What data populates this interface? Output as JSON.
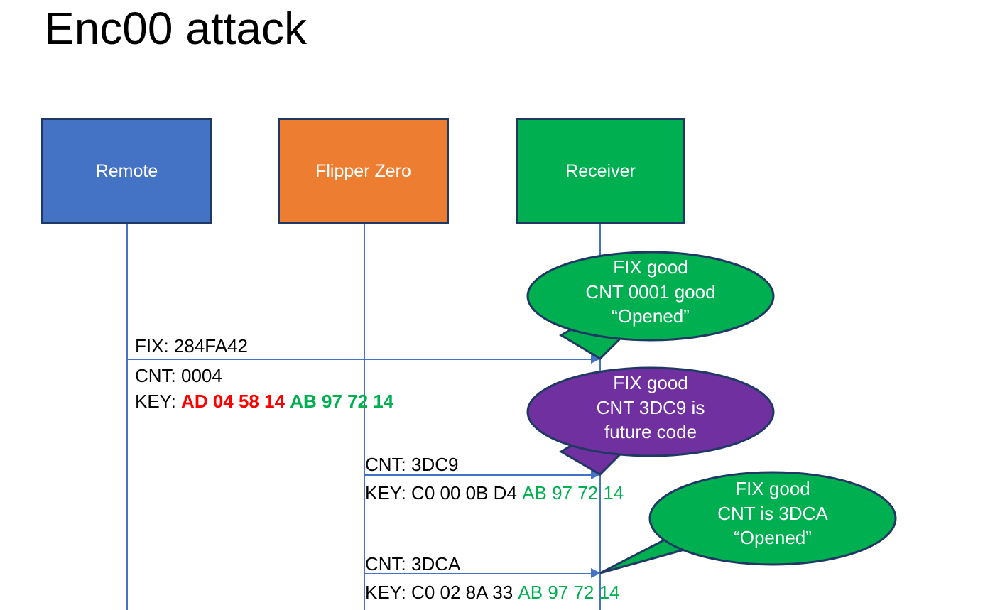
{
  "slide": {
    "title": "Enc00 attack",
    "background": "#ffffff"
  },
  "colors": {
    "remote_fill": "#4472C4",
    "flipper_fill": "#ED7D31",
    "receiver_fill": "#00B050",
    "box_border": "#1F3864",
    "lifeline": "#4472C4",
    "bubble_good": "#00B050",
    "bubble_warn": "#7030A0",
    "key_red": "#FF0000",
    "key_green": "#00B050",
    "text_black": "#000000",
    "text_white": "#ffffff"
  },
  "actors": [
    {
      "name": "remote",
      "label": "Remote",
      "fill": "#4472C4"
    },
    {
      "name": "flipper",
      "label": "Flipper Zero",
      "fill": "#ED7D31"
    },
    {
      "name": "receiver",
      "label": "Receiver",
      "fill": "#00B050"
    }
  ],
  "messages": [
    {
      "id": "msg1",
      "from": "remote",
      "to": "receiver",
      "line1": "FIX: 284FA42",
      "line2": "CNT: 0004",
      "key_prefix": "KEY: ",
      "key_red": "AD 04 58 14",
      "key_green": "AB 97 72 14"
    },
    {
      "id": "msg2",
      "from": "flipper",
      "to": "receiver",
      "line1": "CNT: 3DC9",
      "key_prefix": "KEY: ",
      "key_black": "C0 00 0B D4",
      "key_green": "AB 97 72 14"
    },
    {
      "id": "msg3",
      "from": "flipper",
      "to": "receiver",
      "line1": "CNT: 3DCA",
      "key_prefix": "KEY: ",
      "key_black": "C0 02 8A 33",
      "key_green": "AB 97 72 14"
    }
  ],
  "bubbles": [
    {
      "id": "bubble1",
      "color": "#00B050",
      "line1": "FIX good",
      "line2": "CNT 0001 good",
      "line3": "“Opened”"
    },
    {
      "id": "bubble2",
      "color": "#7030A0",
      "line1": "FIX good",
      "line2": "CNT 3DC9 is",
      "line3": "future code"
    },
    {
      "id": "bubble3",
      "color": "#00B050",
      "line1": "FIX good",
      "line2": "CNT is 3DCA",
      "line3": "“Opened”"
    }
  ]
}
